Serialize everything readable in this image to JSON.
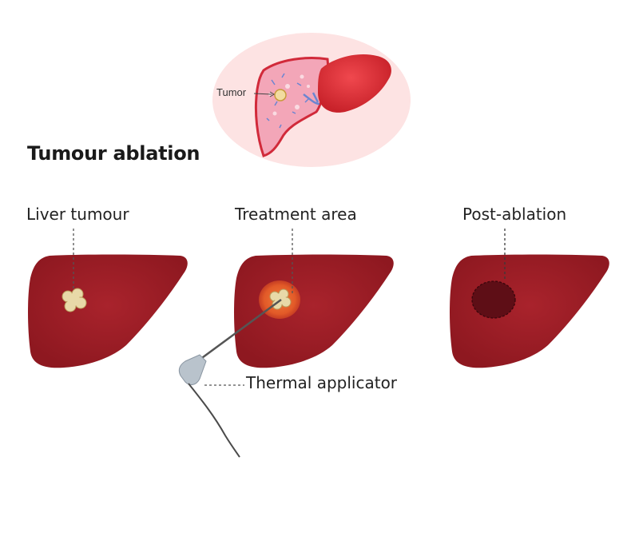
{
  "inset": {
    "tumor_label": "Tumor"
  },
  "heading": {
    "title": "Tumour ablation"
  },
  "panels": [
    {
      "label": "Liver tumour"
    },
    {
      "label": "Treatment area"
    },
    {
      "label": "Post-ablation"
    }
  ],
  "applicator": {
    "label": "Thermal applicator"
  },
  "colors": {
    "liver": "#9b1c24",
    "tumour": "#e8d9a8",
    "treatment_halo": "#e8602a",
    "ablated_zone": "#5e0e16",
    "applicator": "#b9c3cc",
    "inset_background": "#fde3e3",
    "inset_tissue": "#f3a6b8",
    "gallbladder": "#e8343c"
  }
}
